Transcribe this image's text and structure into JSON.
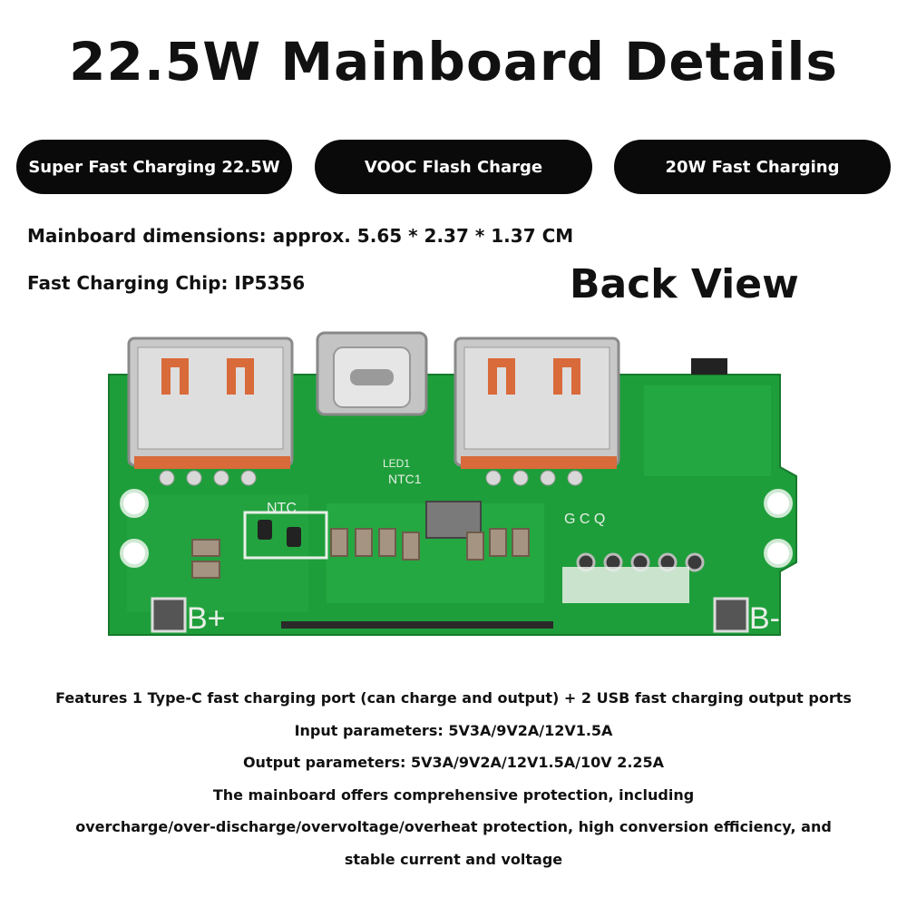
{
  "header": {
    "title": "22.5W Mainboard Details"
  },
  "badges": [
    "Super Fast Charging 22.5W",
    "VOOC Flash Charge",
    "20W Fast Charging"
  ],
  "specs": {
    "dimensions": "Mainboard dimensions: approx. 5.65 * 2.37 * 1.37 CM",
    "chip": "Fast Charging Chip: IP5356"
  },
  "view_label": "Back View",
  "board": {
    "silkscreen": {
      "ntc_left": "NTC",
      "ntc_right": "NTC1",
      "led": "LED1",
      "gcq": "G C Q",
      "b_plus": "B+",
      "b_minus": "B-"
    },
    "colors": {
      "pcb": "#1e9e3a",
      "trace": "#2fb54a"
    }
  },
  "features": [
    "Features 1 Type-C fast charging port (can charge and output) + 2 USB fast charging output ports",
    "Input parameters: 5V3A/9V2A/12V1.5A",
    "Output parameters: 5V3A/9V2A/12V1.5A/10V 2.25A",
    "The mainboard offers comprehensive protection, including",
    "overcharge/over-discharge/overvoltage/overheat protection, high conversion efficiency, and",
    "stable current and voltage"
  ]
}
